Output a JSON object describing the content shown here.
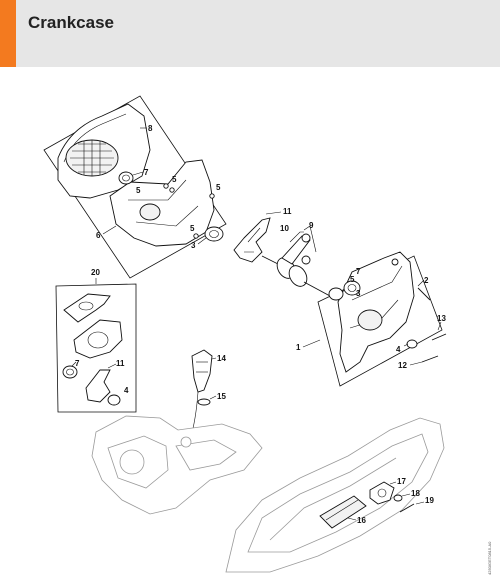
{
  "page": {
    "title": "Crankcase",
    "accent_color": "#f37a1f",
    "header_color": "#e6e6e6",
    "drawing_code": "4250/GET0815-A0"
  },
  "callouts": {
    "c1": "1",
    "c2": "2",
    "c3": "3",
    "c4": "4",
    "c4b": "4",
    "c5a": "5",
    "c5b": "5",
    "c5c": "5",
    "c5d": "5",
    "c6": "6",
    "c7": "7",
    "c7b": "7",
    "c8": "8",
    "c9": "9",
    "c10": "10",
    "c11": "11",
    "c11b": "11",
    "c12": "12",
    "c13": "13",
    "c14": "14",
    "c15": "15",
    "c16": "16",
    "c17": "17",
    "c18": "18",
    "c19": "19",
    "c20": "20"
  }
}
